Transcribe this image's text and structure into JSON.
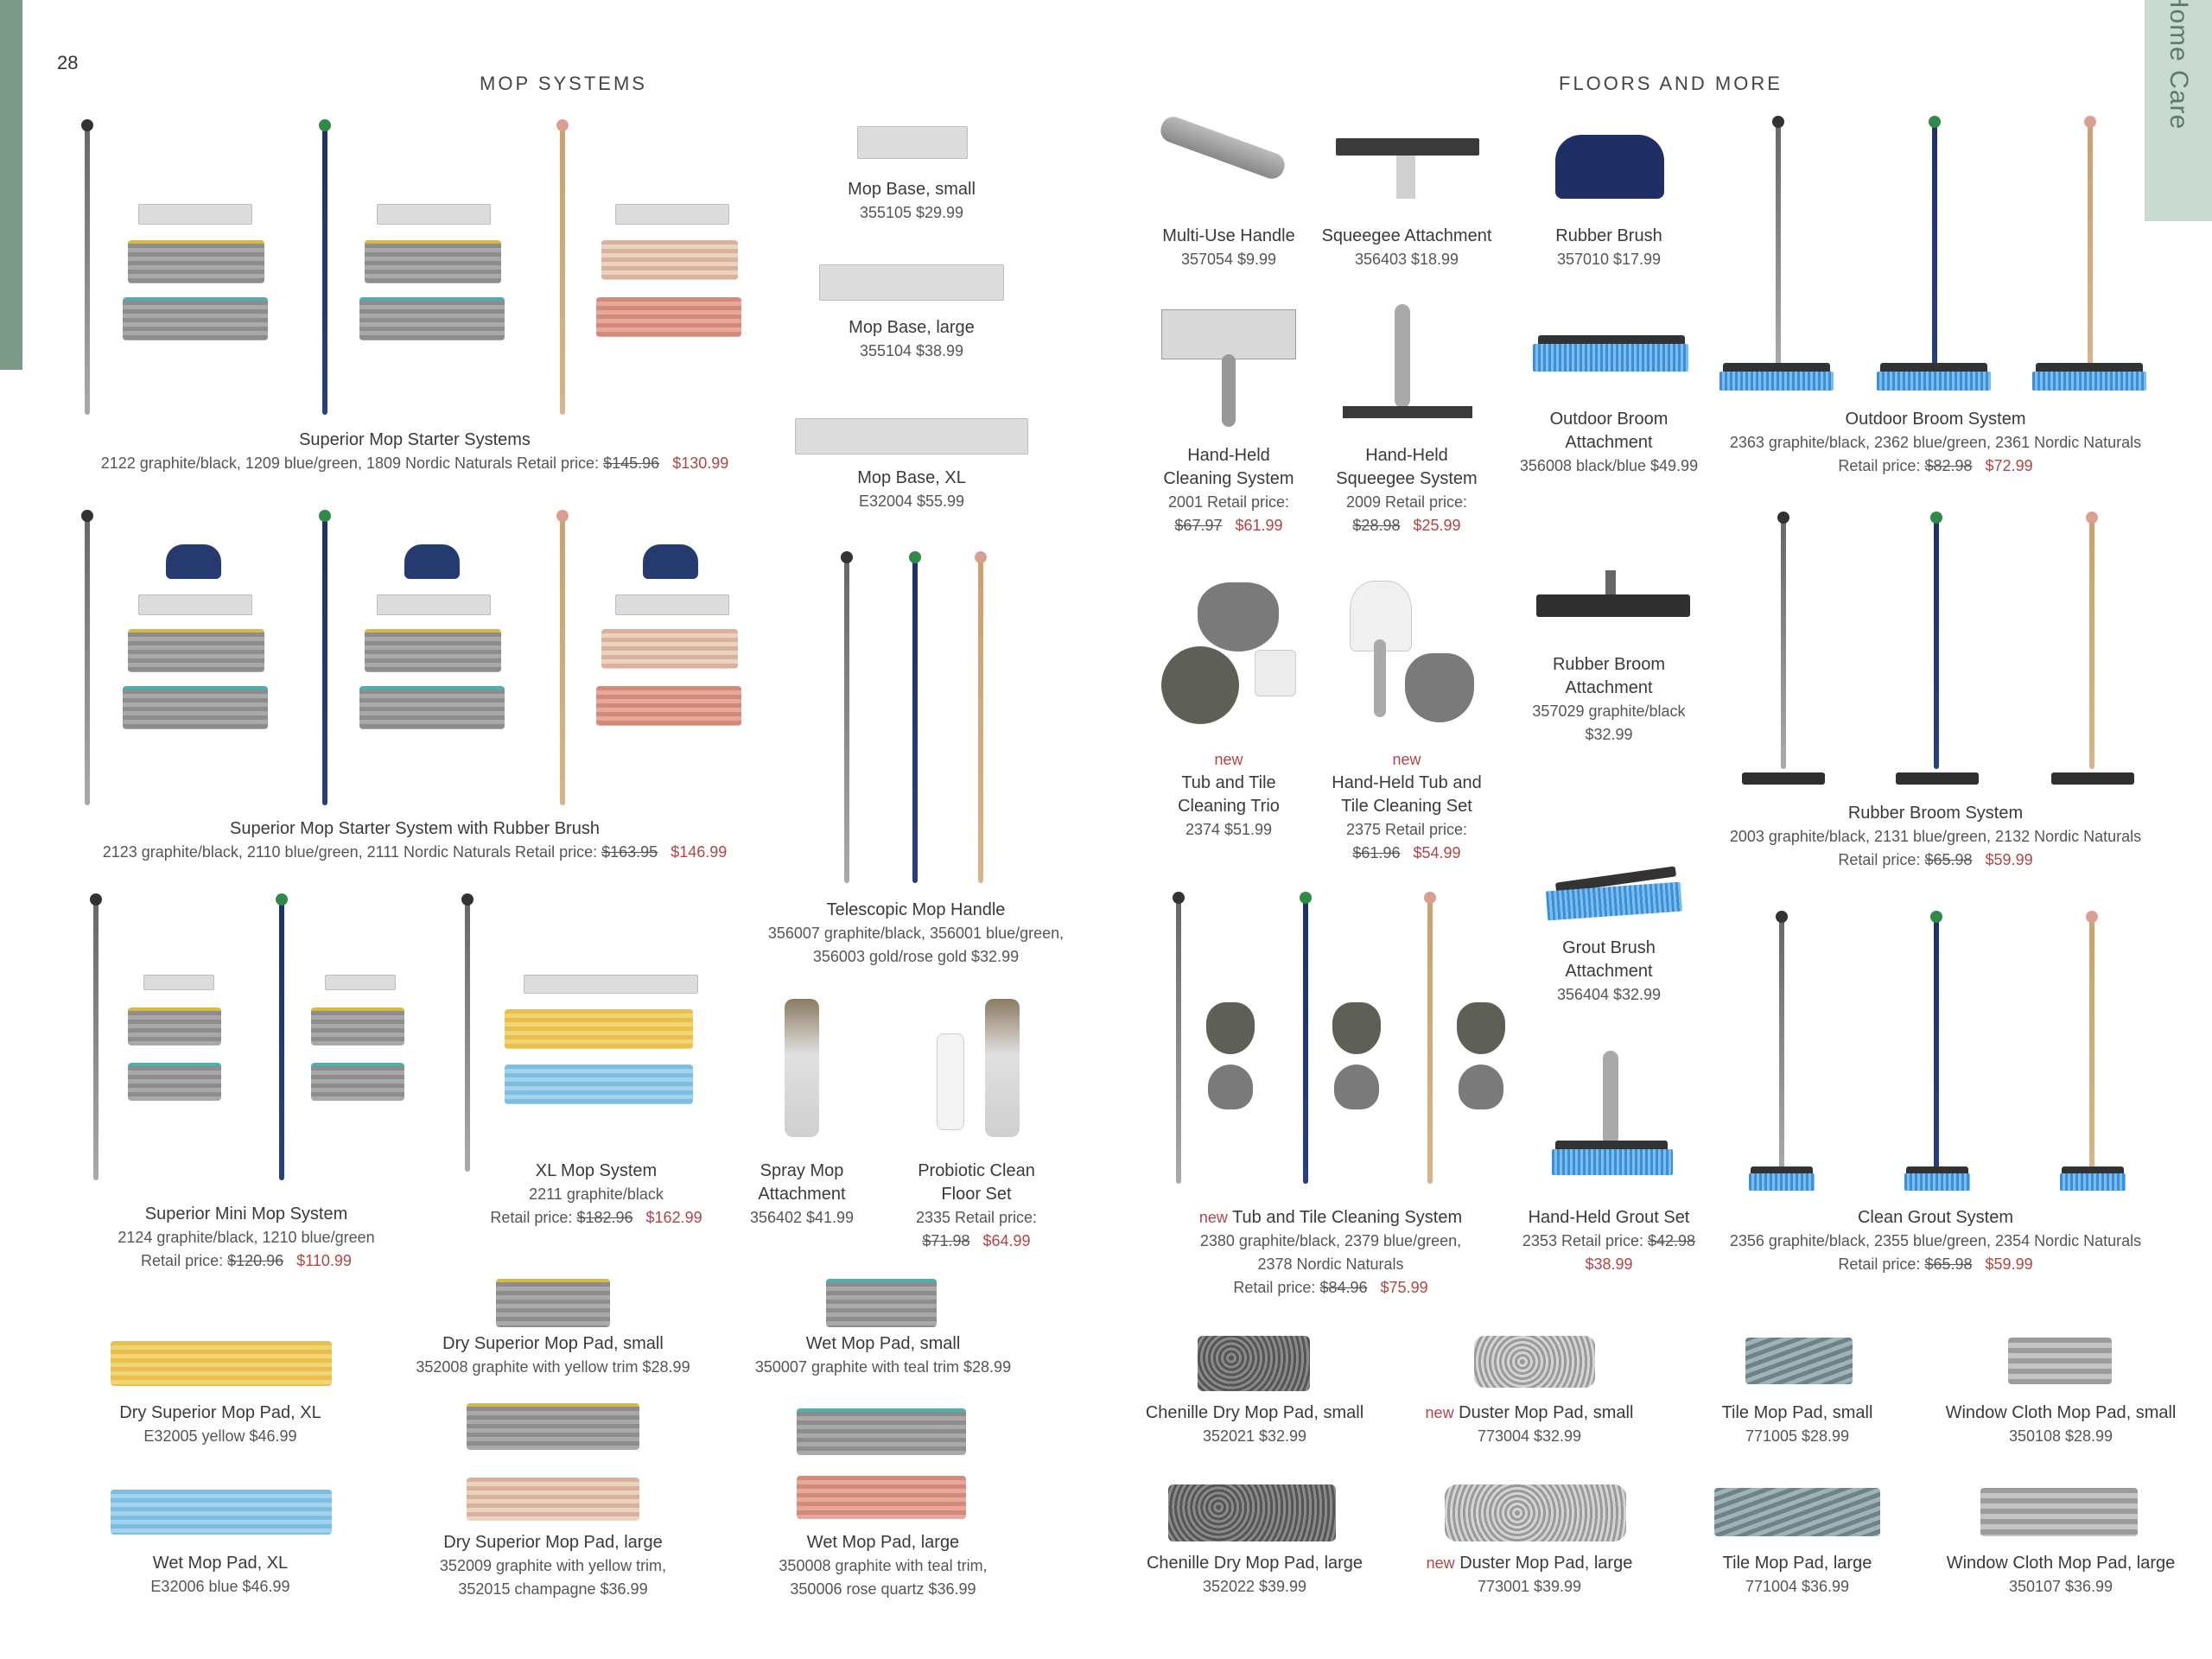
{
  "page_number": "28",
  "tab_label": "Home Care",
  "sections": {
    "mop_systems": "MOP SYSTEMS",
    "floors_and_more": "FLOORS AND MORE"
  },
  "products": {
    "superior_starter": {
      "name": "Superior Mop Starter Systems",
      "line": "2122 graphite/black, 1209 blue/green, 1809 Nordic Naturals   Retail price:",
      "old": "$145.96",
      "sale": "$130.99"
    },
    "superior_brush": {
      "name": "Superior Mop Starter System with Rubber Brush",
      "line": "2123 graphite/black, 2110 blue/green, 2111 Nordic Naturals  Retail price:",
      "old": "$163.95",
      "sale": "$146.99"
    },
    "mini": {
      "name": "Superior Mini Mop System",
      "line1": "2124 graphite/black, 1210 blue/green",
      "line2": "Retail price:",
      "old": "$120.96",
      "sale": "$110.99"
    },
    "xl_mop": {
      "name": "XL Mop System",
      "line1": "2211 graphite/black",
      "line2": "Retail price:",
      "old": "$182.96",
      "sale": "$162.99"
    },
    "base_small": {
      "name": "Mop Base, small",
      "sku": "355105  $29.99"
    },
    "base_large": {
      "name": "Mop Base, large",
      "sku": "355104  $38.99"
    },
    "base_xl": {
      "name": "Mop Base, XL",
      "sku": "E32004  $55.99"
    },
    "tele": {
      "name": "Telescopic Mop Handle",
      "line1": "356007 graphite/black, 356001 blue/green,",
      "line2": "356003 gold/rose gold  $32.99"
    },
    "spray": {
      "name1": "Spray Mop",
      "name2": "Attachment",
      "sku": "356402  $41.99"
    },
    "probiotic": {
      "name1": "Probiotic Clean",
      "name2": "Floor Set",
      "line": "2335 Retail price:",
      "old": "$71.98",
      "sale": "$64.99"
    },
    "dry_xl": {
      "name": "Dry Superior Mop Pad, XL",
      "sku": "E32005 yellow  $46.99"
    },
    "wet_xl": {
      "name": "Wet Mop Pad, XL",
      "sku": "E32006 blue  $46.99"
    },
    "dry_small": {
      "name": "Dry Superior Mop Pad, small",
      "sku": "352008 graphite with yellow trim $28.99"
    },
    "dry_large": {
      "name": "Dry Superior Mop Pad, large",
      "line1": "352009 graphite with yellow trim,",
      "line2": "352015 champagne $36.99"
    },
    "wet_small": {
      "name": "Wet Mop Pad, small",
      "sku": "350007 graphite with teal trim  $28.99"
    },
    "wet_large": {
      "name": "Wet Mop Pad, large",
      "line1": "350008 graphite with teal trim,",
      "line2": "350006 rose quartz  $36.99"
    },
    "multi_handle": {
      "name": "Multi-Use Handle",
      "sku": "357054  $9.99"
    },
    "squeegee_att": {
      "name": "Squeegee Attachment",
      "sku": "356403  $18.99"
    },
    "rubber_brush": {
      "name": "Rubber Brush",
      "sku": "357010  $17.99"
    },
    "handheld_cleaning": {
      "name1": "Hand-Held",
      "name2": "Cleaning System",
      "line": "2001 Retail price:",
      "old": "$67.97",
      "sale": "$61.99"
    },
    "handheld_squeegee": {
      "name1": "Hand-Held",
      "name2": "Squeegee System",
      "line": "2009  Retail price:",
      "old": "$28.98",
      "sale": "$25.99"
    },
    "outdoor_att": {
      "name1": "Outdoor Broom",
      "name2": "Attachment",
      "sku": "356008 black/blue  $49.99"
    },
    "outdoor_sys": {
      "name": "Outdoor Broom System",
      "line1": "2363 graphite/black, 2362 blue/green, 2361 Nordic Naturals",
      "line2": "Retail price:",
      "old": "$82.98",
      "sale": "$72.99"
    },
    "tub_trio": {
      "new": "new",
      "name1": "Tub and Tile",
      "name2": "Cleaning Trio",
      "sku": "2374  $51.99"
    },
    "tub_handheld": {
      "new": "new",
      "name1": "Hand-Held Tub and",
      "name2": "Tile Cleaning Set",
      "line": "2375  Retail price:",
      "old": "$61.96",
      "sale": "$54.99"
    },
    "rubber_broom_att": {
      "name1": "Rubber Broom",
      "name2": "Attachment",
      "line1": "357029 graphite/black",
      "line2": "$32.99"
    },
    "rubber_broom_sys": {
      "name": "Rubber Broom System",
      "line1": "2003 graphite/black, 2131 blue/green, 2132 Nordic Naturals",
      "line2": "Retail price:",
      "old": "$65.98",
      "sale": "$59.99"
    },
    "grout_att": {
      "name1": "Grout Brush",
      "name2": "Attachment",
      "sku": "356404  $32.99"
    },
    "tub_system": {
      "new": "new",
      "name": "Tub and Tile Cleaning System",
      "line1": "2380 graphite/black, 2379 blue/green,",
      "line2": "2378 Nordic Naturals",
      "line3": "Retail price:",
      "old": "$84.96",
      "sale": "$75.99"
    },
    "grout_set": {
      "name": "Hand-Held Grout Set",
      "line": "2353  Retail price:",
      "old": "$42.98",
      "sale": "$38.99"
    },
    "grout_sys": {
      "name": "Clean Grout System",
      "line1": "2356 graphite/black, 2355 blue/green, 2354 Nordic Naturals",
      "line2": "Retail price:",
      "old": "$65.98",
      "sale": "$59.99"
    },
    "chenille_small": {
      "name": "Chenille Dry Mop Pad, small",
      "sku": "352021  $32.99"
    },
    "chenille_large": {
      "name": "Chenille Dry Mop Pad, large",
      "sku": "352022  $39.99"
    },
    "duster_small": {
      "new": "new",
      "name": "Duster Mop Pad, small",
      "sku": "773004  $32.99"
    },
    "duster_large": {
      "new": "new",
      "name": "Duster Mop Pad, large",
      "sku": "773001  $39.99"
    },
    "tile_small": {
      "name": "Tile Mop Pad, small",
      "sku": "771005  $28.99"
    },
    "tile_large": {
      "name": "Tile Mop Pad, large",
      "sku": "771004  $36.99"
    },
    "window_small": {
      "name": "Window Cloth Mop Pad, small",
      "sku": "350108  $28.99"
    },
    "window_large": {
      "name": "Window Cloth Mop Pad, large",
      "sku": "350107  $36.99"
    }
  }
}
